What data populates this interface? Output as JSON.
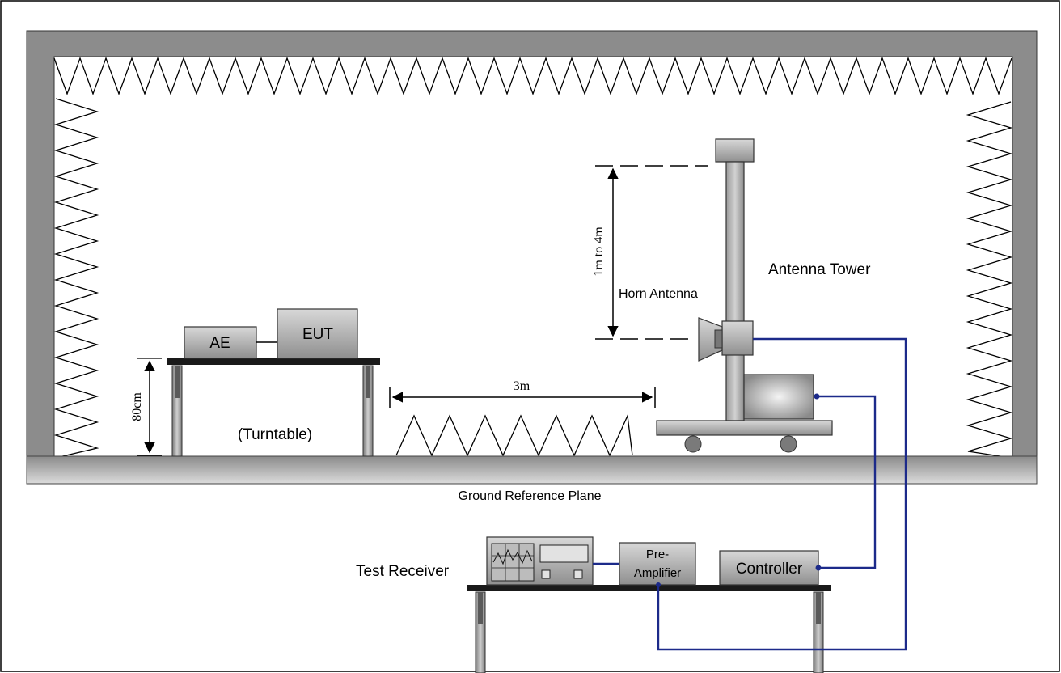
{
  "labels": {
    "ae": "AE",
    "eut": "EUT",
    "turntable": "(Turntable)",
    "height_80cm": "80cm",
    "distance_3m": "3m",
    "height_range": "1m to 4m",
    "horn_antenna": "Horn Antenna",
    "antenna_tower": "Antenna Tower",
    "ground_plane": "Ground  Reference Plane",
    "test_receiver": "Test Receiver",
    "pre_amp_line1": "Pre-",
    "pre_amp_line2": "Amplifier",
    "controller": "Controller"
  },
  "colors": {
    "wall": "#8c8c8c",
    "equipment": "#a6a6a6",
    "cable": "#1c2a8a",
    "line": "#000000"
  }
}
